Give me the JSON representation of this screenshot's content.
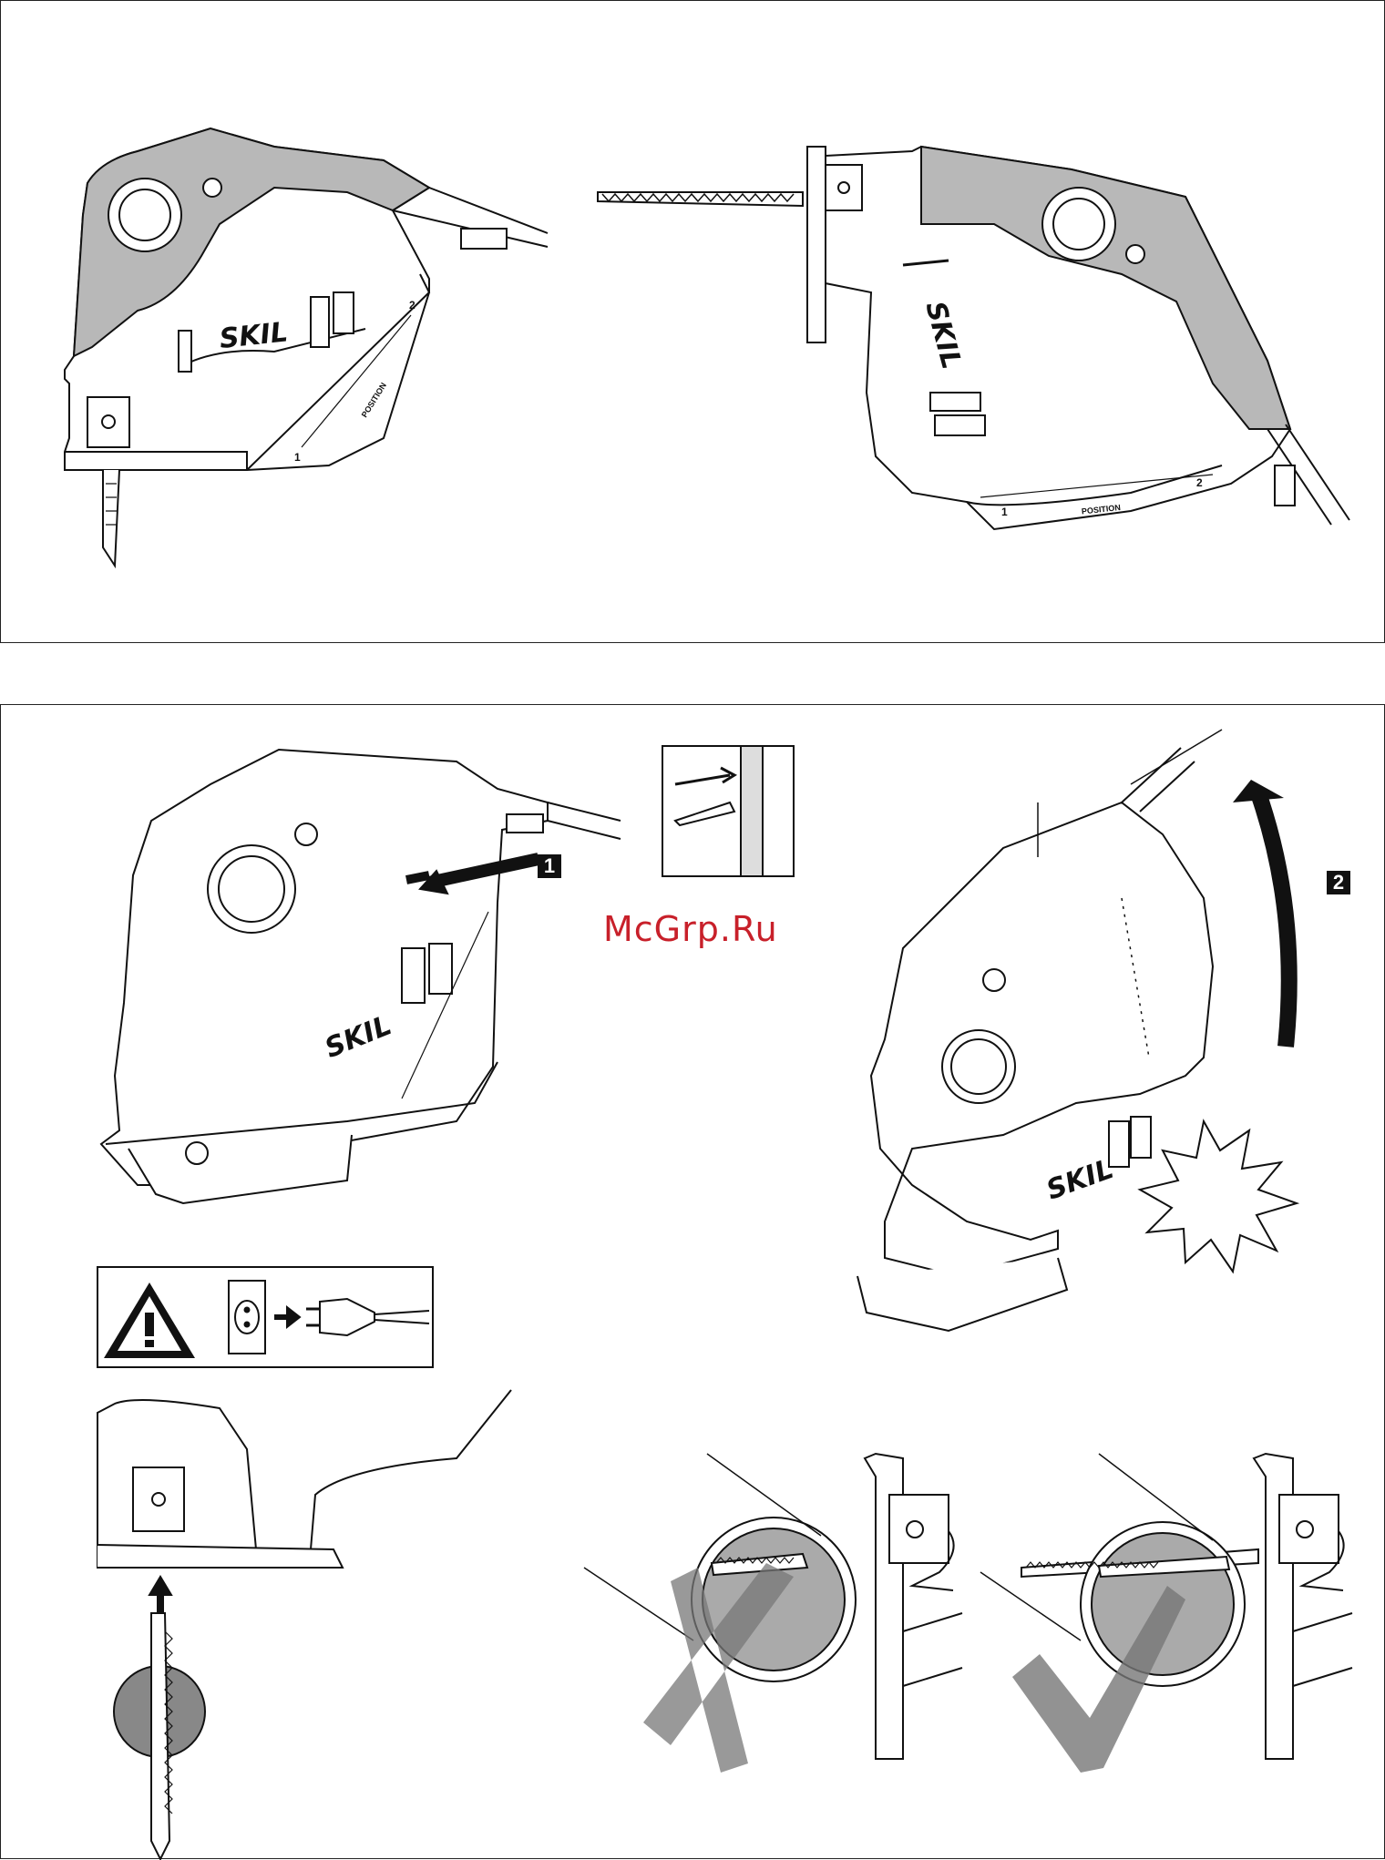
{
  "brand": {
    "logo_text": "SKIL"
  },
  "figures": {
    "jigsaw_side": {
      "position_label": "POSITION",
      "pos_1": "1",
      "pos_2": "2"
    },
    "reciprocating_side": {
      "position_label": "POSITION",
      "pos_1": "1",
      "pos_2": "2"
    },
    "step_one": {
      "badge": "1"
    },
    "step_two": {
      "badge": "2"
    }
  },
  "watermark": {
    "text": "McGrp.Ru"
  },
  "colors": {
    "outline": "#111111",
    "shade": "#b8b8b8",
    "watermark": "#c8202a"
  },
  "icons": [
    "warning-triangle-icon",
    "unplug-icon",
    "arrow-icon",
    "check-mark-icon",
    "cross-mark-icon",
    "impact-star-icon"
  ]
}
